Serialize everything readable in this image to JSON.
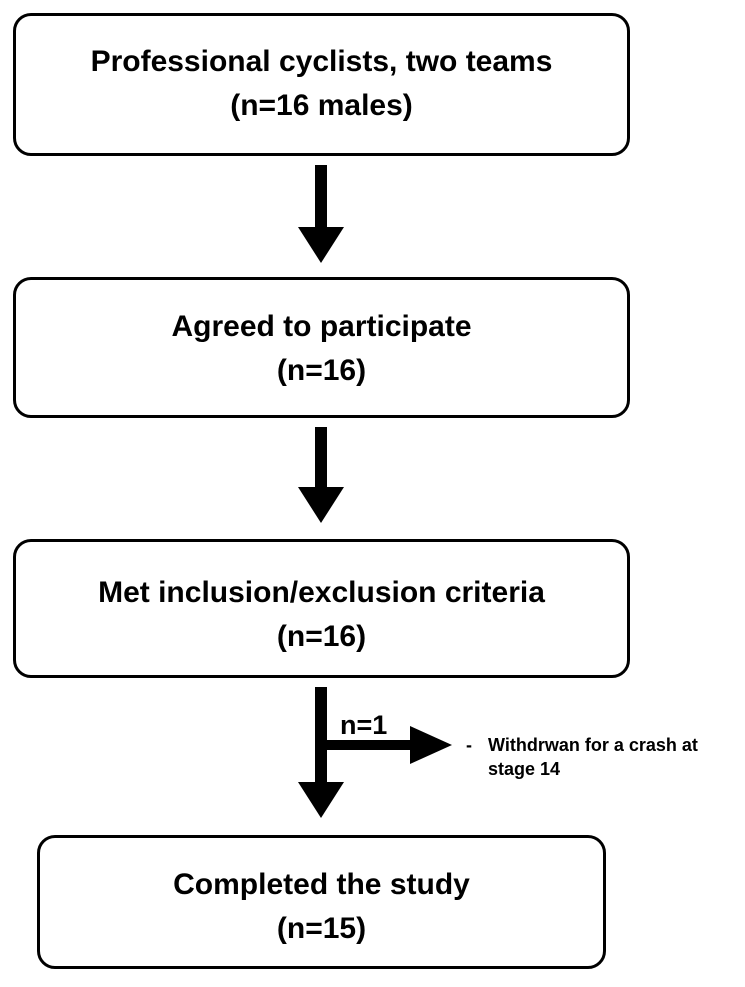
{
  "flowchart": {
    "steps": [
      {
        "title": "Professional cyclists, two teams",
        "count": "(n=16 males)"
      },
      {
        "title": "Agreed to participate",
        "count": "(n=16)"
      },
      {
        "title": "Met inclusion/exclusion criteria",
        "count": "(n=16)"
      },
      {
        "title": "Completed the study",
        "count": "(n=15)"
      }
    ],
    "exclusion": {
      "count_label": "n=1",
      "bullet": "-",
      "reason_line1": "Withdrwan for a crash at",
      "reason_line2": "stage 14"
    }
  },
  "colors": {
    "stroke": "#000000",
    "background": "#ffffff"
  }
}
